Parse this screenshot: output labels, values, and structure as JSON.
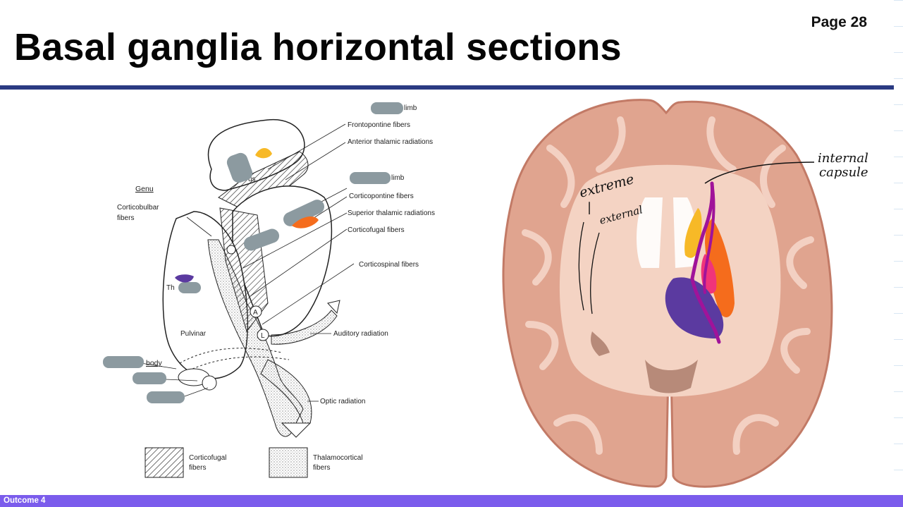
{
  "slide": {
    "page_number": "Page 28",
    "title": "Basal ganglia horizontal sections",
    "footer": "Outcome 4"
  },
  "diagram": {
    "labels": {
      "limb_1": "limb",
      "frontopontine": "Frontopontine fibers",
      "anterior_thalamic": "Anterior thalamic radiations",
      "limb_2": "limb",
      "corticopontine": "Corticopontine fibers",
      "superior_thalamic": "Superior thalamic radiations",
      "corticofugal": "Corticofugal fibers",
      "corticospinal": "Corticospinal fibers",
      "genu": "Genu",
      "corticobulbar_1": "Corticobulbar",
      "corticobulbar_2": "fibers",
      "pulvinar": "Pulvinar",
      "auditory": "Auditory radiation",
      "optic": "Optic radiation",
      "body": "body",
      "th_partial": "Th",
      "us_partial": "us",
      "a": "A",
      "l": "L"
    },
    "legend": [
      {
        "line1": "Corticofugal",
        "line2": "fibers"
      },
      {
        "line1": "Thalamocortical",
        "line2": "fibers"
      }
    ]
  },
  "brain": {
    "annotations": {
      "internal_1": "internal",
      "internal_2": "capsule",
      "extreme": "extreme",
      "external": "external",
      "separator": "|"
    }
  },
  "colors": {
    "title_rule": "#2b3a82",
    "footer": "#7b5cec",
    "redaction": "#8c9aa0",
    "yellow": "#f7b927",
    "orange": "#f56c1c",
    "purple": "#5b3aa0",
    "magenta": "#a0139a",
    "pink": "#f0347a"
  }
}
